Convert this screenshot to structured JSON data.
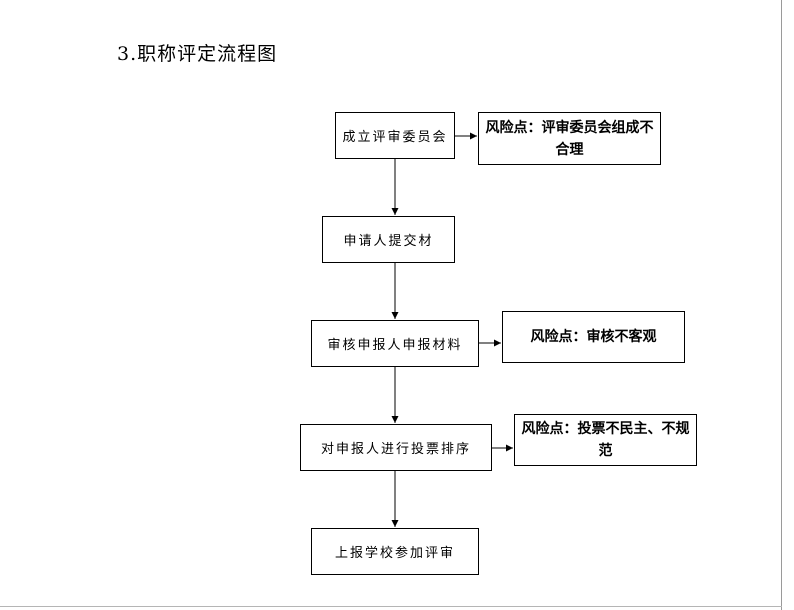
{
  "title": "3.职称评定流程图",
  "steps": [
    "成立评审委员会",
    "申请人提交材",
    "审核申报人申报材料",
    "对申报人进行投票排序",
    "上报学校参加评审"
  ],
  "risks": [
    "风险点：评审委员会组成不合理",
    "风险点：审核不客观",
    "风险点：投票不民主、不规范"
  ]
}
